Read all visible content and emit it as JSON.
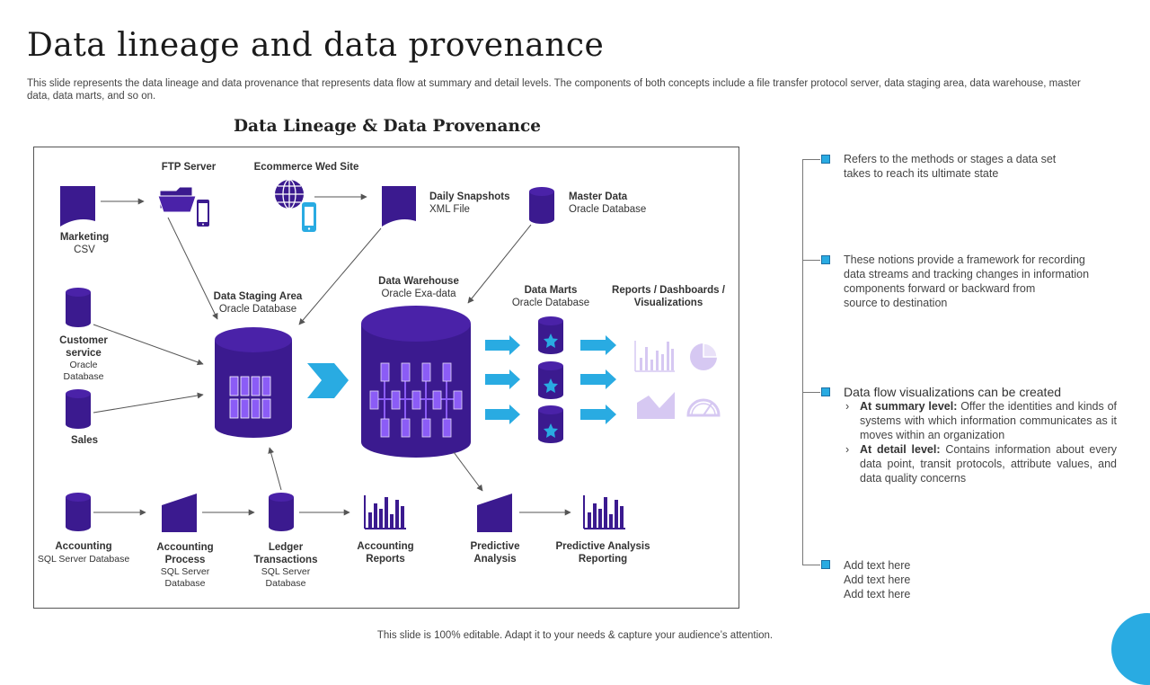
{
  "slide": {
    "title": "Data lineage and data provenance",
    "subtitle": "This slide represents the data lineage and data provenance that represents data flow at summary and detail levels. The components of both concepts include a file transfer protocol server, data staging area, data warehouse, master data, data marts, and so on.",
    "footer": "This slide is 100% editable. Adapt it to your needs & capture your audience’s attention."
  },
  "diagram": {
    "title": "Data Lineage & Data Provenance",
    "nodes": {
      "ftp_server": {
        "label": "FTP  Server"
      },
      "ecommerce": {
        "label": "Ecommerce Wed Site"
      },
      "marketing": {
        "label": "Marketing",
        "sub": "CSV"
      },
      "daily_snapshots": {
        "label": "Daily  Snapshots",
        "sub": "XML  File"
      },
      "master_data": {
        "label": "Master Data",
        "sub": "Oracle Database"
      },
      "customer_service": {
        "label1": "Customer",
        "label2": "service",
        "sub1": "Oracle",
        "sub2": "Database"
      },
      "sales": {
        "label": "Sales"
      },
      "staging": {
        "label": "Data Staging Area",
        "sub": "Oracle Database"
      },
      "warehouse": {
        "label": "Data Warehouse",
        "sub": "Oracle Exa-data"
      },
      "marts": {
        "label": "Data Marts",
        "sub": "Oracle Database"
      },
      "reports": {
        "label1": "Reports / Dashboards /",
        "label2": "Visualizations"
      },
      "accounting": {
        "label": "Accounting",
        "sub": "SQL Server Database"
      },
      "accounting_process": {
        "label1": "Accounting",
        "label2": "Process",
        "sub1": "SQL Server",
        "sub2": "Database"
      },
      "ledger": {
        "label1": "Ledger",
        "label2": "Transactions",
        "sub1": "SQL Server",
        "sub2": "Database"
      },
      "accounting_reports": {
        "label1": "Accounting",
        "label2": "Reports"
      },
      "predictive": {
        "label1": "Predictive",
        "label2": "Analysis"
      },
      "predictive_reporting": {
        "label1": "Predictive Analysis",
        "label2": "Reporting"
      }
    },
    "colors": {
      "primary": "#3b1a8f",
      "accent": "#29abe2",
      "light": "#e3d9f5",
      "arrow": "#555555"
    }
  },
  "panel": {
    "item1": {
      "line1": "Refers  to the methods or stages a data set",
      "line2": "takes to reach its ultimate state"
    },
    "item2": {
      "line1": "These notions provide  a framework  for recording",
      "line2": "data streams and tracking changes in information",
      "line3": "components forward  or backward from",
      "line4": "source to destination"
    },
    "item3": {
      "heading": "Data flow visualizations can be created",
      "summary_bold": "At summary level:",
      "summary_text": " Offer the identities and kinds of systems with which information communicates as it moves  within an organization",
      "detail_bold": "At detail level:",
      "detail_text": " Contains information about every data point, transit protocols, attribute values, and data quality concerns"
    },
    "item4": {
      "line1": "Add text here",
      "line2": "Add text here",
      "line3": "Add text here"
    }
  }
}
